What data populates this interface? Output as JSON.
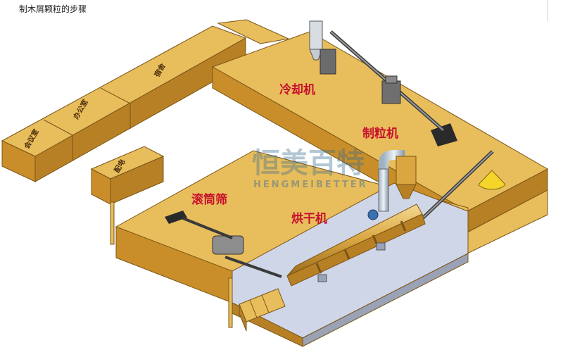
{
  "page": {
    "title": "制木屑颗粒的步骤"
  },
  "labels": {
    "cooler": "冷却机",
    "pelletizer": "制粒机",
    "drum_screen": "滚筒筛",
    "dryer": "烘干机"
  },
  "rooms": {
    "room_a": "宿舍",
    "room_b": "办公室",
    "room_c": "会议室",
    "room_d": "配电"
  },
  "watermark": {
    "brand_cn": "恒美百特",
    "brand_en": "HENGMEIBETTER"
  },
  "colors": {
    "wall_top": "#e8bd5c",
    "wall_side": "#c98e2a",
    "floor": "#cfd6e8",
    "label": "#c8102e"
  }
}
